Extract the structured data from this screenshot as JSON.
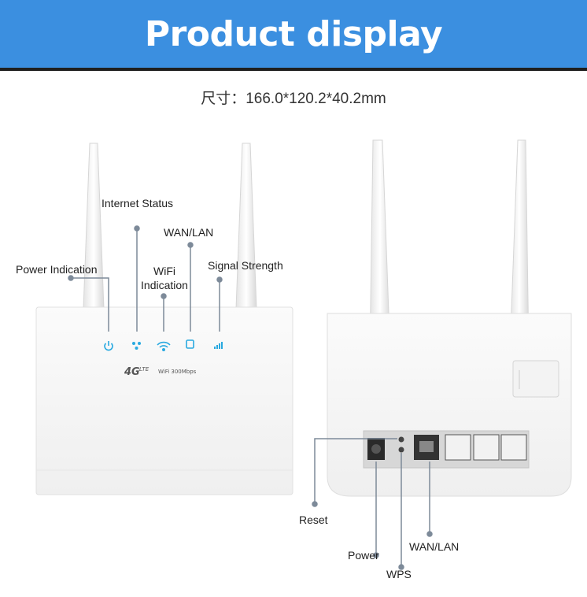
{
  "header": {
    "title": "Product display"
  },
  "size_text": "尺寸：166.0*120.2*40.2mm",
  "front_labels": {
    "internet_status": "Internet Status",
    "wan_lan": "WAN/LAN",
    "power_indication": "Power Indication",
    "wifi_indication_line1": "WiFi",
    "wifi_indication_line2": "Indication",
    "signal_strength": "Signal Strength"
  },
  "brand": {
    "logo_text": "4G",
    "lte_text": "LTE",
    "model_text": "WiFi 300Mbps"
  },
  "back_labels": {
    "reset": "Reset",
    "power": "Power",
    "wps": "WPS",
    "wan_lan": "WAN/LAN"
  },
  "colors": {
    "banner": "#3b8fe0",
    "led": "#29a9e0",
    "callout_line": "#7d8a99"
  }
}
